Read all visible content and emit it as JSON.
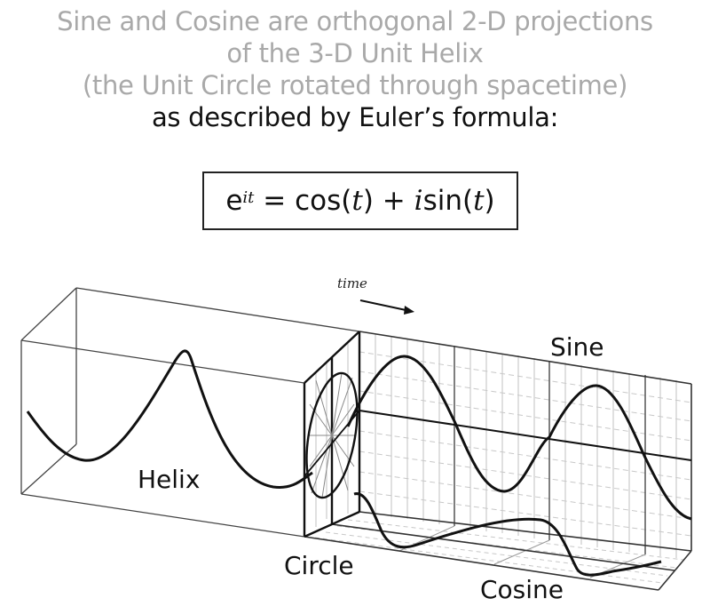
{
  "title": {
    "line1": "Sine and Cosine are orthogonal 2-D projections",
    "line2": "of the 3-D Unit Helix",
    "line3": "(the Unit Circle rotated through spacetime)",
    "line4": "as described by Euler’s formula:"
  },
  "formula": {
    "base": "e",
    "exponent": "it",
    "equals": " = ",
    "cos": "cos(",
    "t1": "t",
    "close1": ")",
    "plus": " + ",
    "i": "i",
    "sin": "sin(",
    "t2": "t",
    "close2": ")"
  },
  "diagram": {
    "time_label": "time",
    "labels": {
      "helix": "Helix",
      "circle": "Circle",
      "sine": "Sine",
      "cosine": "Cosine"
    },
    "colors": {
      "line": "#111111",
      "grid": "#b8b8b8",
      "title_gray": "#a9a9a9"
    }
  }
}
